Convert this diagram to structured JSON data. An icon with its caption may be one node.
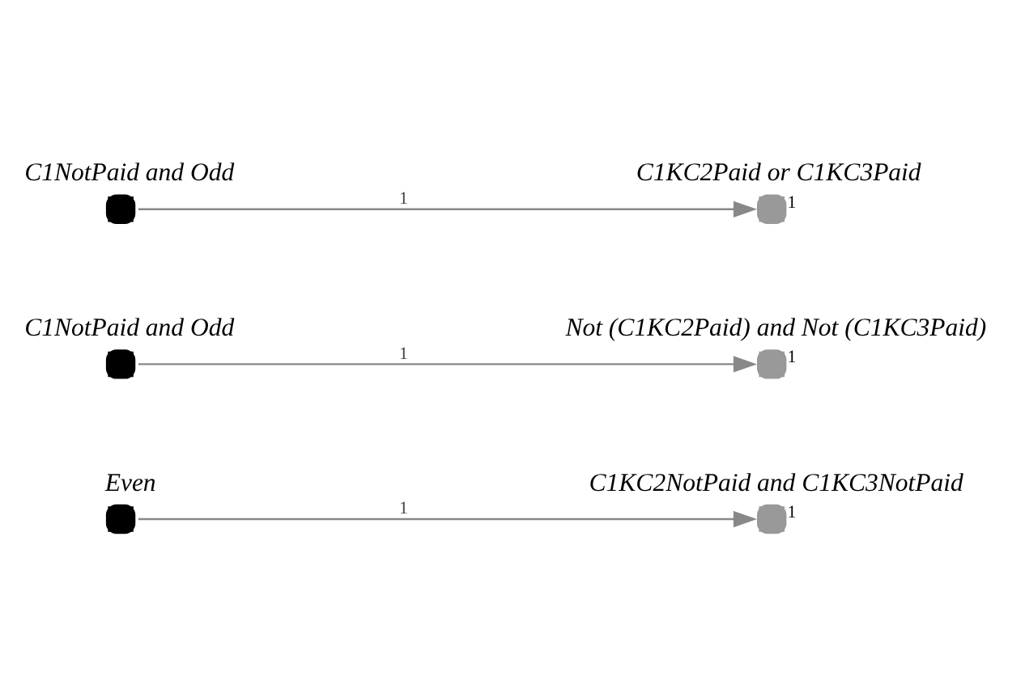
{
  "diagram": {
    "nodes": [
      {
        "text": [
          "C1NotPaid and Odd"
        ]
      },
      {
        "text": [
          "C1KC2Paid or C1KC3Paid"
        ],
        "beside": [
          "1"
        ]
      },
      {
        "text": [
          "C1NotPaid and Odd"
        ]
      },
      {
        "text": [
          "Not (C1KC2Paid) and Not (C1KC3Paid)"
        ],
        "beside": [
          "1"
        ]
      },
      {
        "text": [
          "Even"
        ]
      },
      {
        "text": [
          "C1KC2NotPaid and C1KC3NotPaid"
        ],
        "beside": [
          "1"
        ]
      }
    ],
    "edges": [
      {
        "from": 0,
        "to": 1,
        "arrow": "to",
        "label": "1"
      },
      {
        "from": 2,
        "to": 3,
        "arrow": "to",
        "label": "1"
      },
      {
        "from": 4,
        "to": 5,
        "arrow": "to",
        "label": "1"
      }
    ]
  }
}
